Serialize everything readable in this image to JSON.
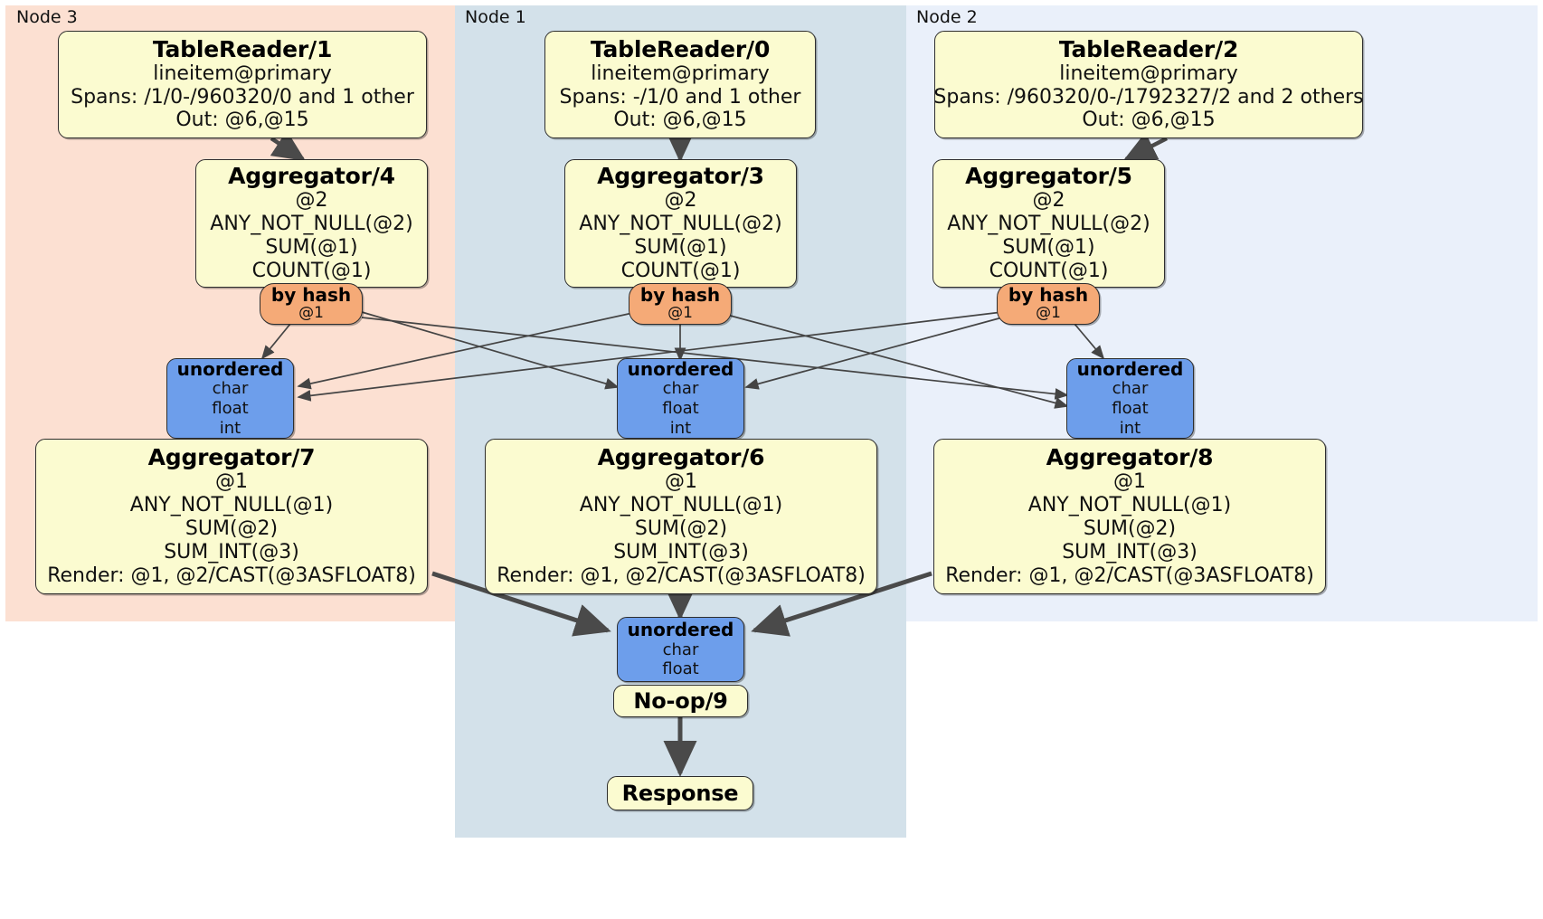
{
  "diagram": {
    "title": "Distributed SQL query execution plan",
    "colors": {
      "node3_panel": "#fce0d2",
      "node1_panel": "#d3e1ea",
      "node2_panel": "#eaf0fa",
      "processor_box": "#fbfbd0",
      "router_box": "#f5aa77",
      "receiver_box": "#6d9eeb",
      "edge": "#444444",
      "thick_edge": "#4a4a4a",
      "border": "#2e2e2e"
    }
  },
  "panels": [
    {
      "id": "node3",
      "label": "Node 3"
    },
    {
      "id": "node1",
      "label": "Node 1"
    },
    {
      "id": "node2",
      "label": "Node 2"
    }
  ],
  "table_readers": [
    {
      "id": "tr1",
      "title": "TableReader/1",
      "table": "lineitem@primary",
      "spans": "Spans: /1/0-/960320/0 and 1 other",
      "out": "Out: @6,@15"
    },
    {
      "id": "tr0",
      "title": "TableReader/0",
      "table": "lineitem@primary",
      "spans": "Spans: -/1/0 and 1 other",
      "out": "Out: @6,@15"
    },
    {
      "id": "tr2",
      "title": "TableReader/2",
      "table": "lineitem@primary",
      "spans": "Spans: /960320/0-/1792327/2 and 2 others",
      "out": "Out: @6,@15"
    }
  ],
  "local_aggregators": [
    {
      "id": "agg4",
      "title": "Aggregator/4",
      "group": "@2",
      "f1": "ANY_NOT_NULL(@2)",
      "f2": "SUM(@1)",
      "f3": "COUNT(@1)"
    },
    {
      "id": "agg3",
      "title": "Aggregator/3",
      "group": "@2",
      "f1": "ANY_NOT_NULL(@2)",
      "f2": "SUM(@1)",
      "f3": "COUNT(@1)"
    },
    {
      "id": "agg5",
      "title": "Aggregator/5",
      "group": "@2",
      "f1": "ANY_NOT_NULL(@2)",
      "f2": "SUM(@1)",
      "f3": "COUNT(@1)"
    }
  ],
  "routers": [
    {
      "id": "hash4",
      "title": "by hash",
      "column": "@1"
    },
    {
      "id": "hash3",
      "title": "by hash",
      "column": "@1"
    },
    {
      "id": "hash5",
      "title": "by hash",
      "column": "@1"
    }
  ],
  "receivers": [
    {
      "id": "rcv7",
      "title": "unordered",
      "types": [
        "char",
        "float",
        "int"
      ]
    },
    {
      "id": "rcv6",
      "title": "unordered",
      "types": [
        "char",
        "float",
        "int"
      ]
    },
    {
      "id": "rcv8",
      "title": "unordered",
      "types": [
        "char",
        "float",
        "int"
      ]
    }
  ],
  "final_aggregators": [
    {
      "id": "agg7",
      "title": "Aggregator/7",
      "group": "@1",
      "f1": "ANY_NOT_NULL(@1)",
      "f2": "SUM(@2)",
      "f3": "SUM_INT(@3)",
      "render": "Render: @1, @2/CAST(@3ASFLOAT8)"
    },
    {
      "id": "agg6",
      "title": "Aggregator/6",
      "group": "@1",
      "f1": "ANY_NOT_NULL(@1)",
      "f2": "SUM(@2)",
      "f3": "SUM_INT(@3)",
      "render": "Render: @1, @2/CAST(@3ASFLOAT8)"
    },
    {
      "id": "agg8",
      "title": "Aggregator/8",
      "group": "@1",
      "f1": "ANY_NOT_NULL(@1)",
      "f2": "SUM(@2)",
      "f3": "SUM_INT(@3)",
      "render": "Render: @1, @2/CAST(@3ASFLOAT8)"
    }
  ],
  "final_receiver": {
    "id": "rcv9",
    "title": "unordered",
    "types": [
      "char",
      "float"
    ]
  },
  "noop": {
    "title": "No-op/9"
  },
  "response": {
    "title": "Response"
  }
}
